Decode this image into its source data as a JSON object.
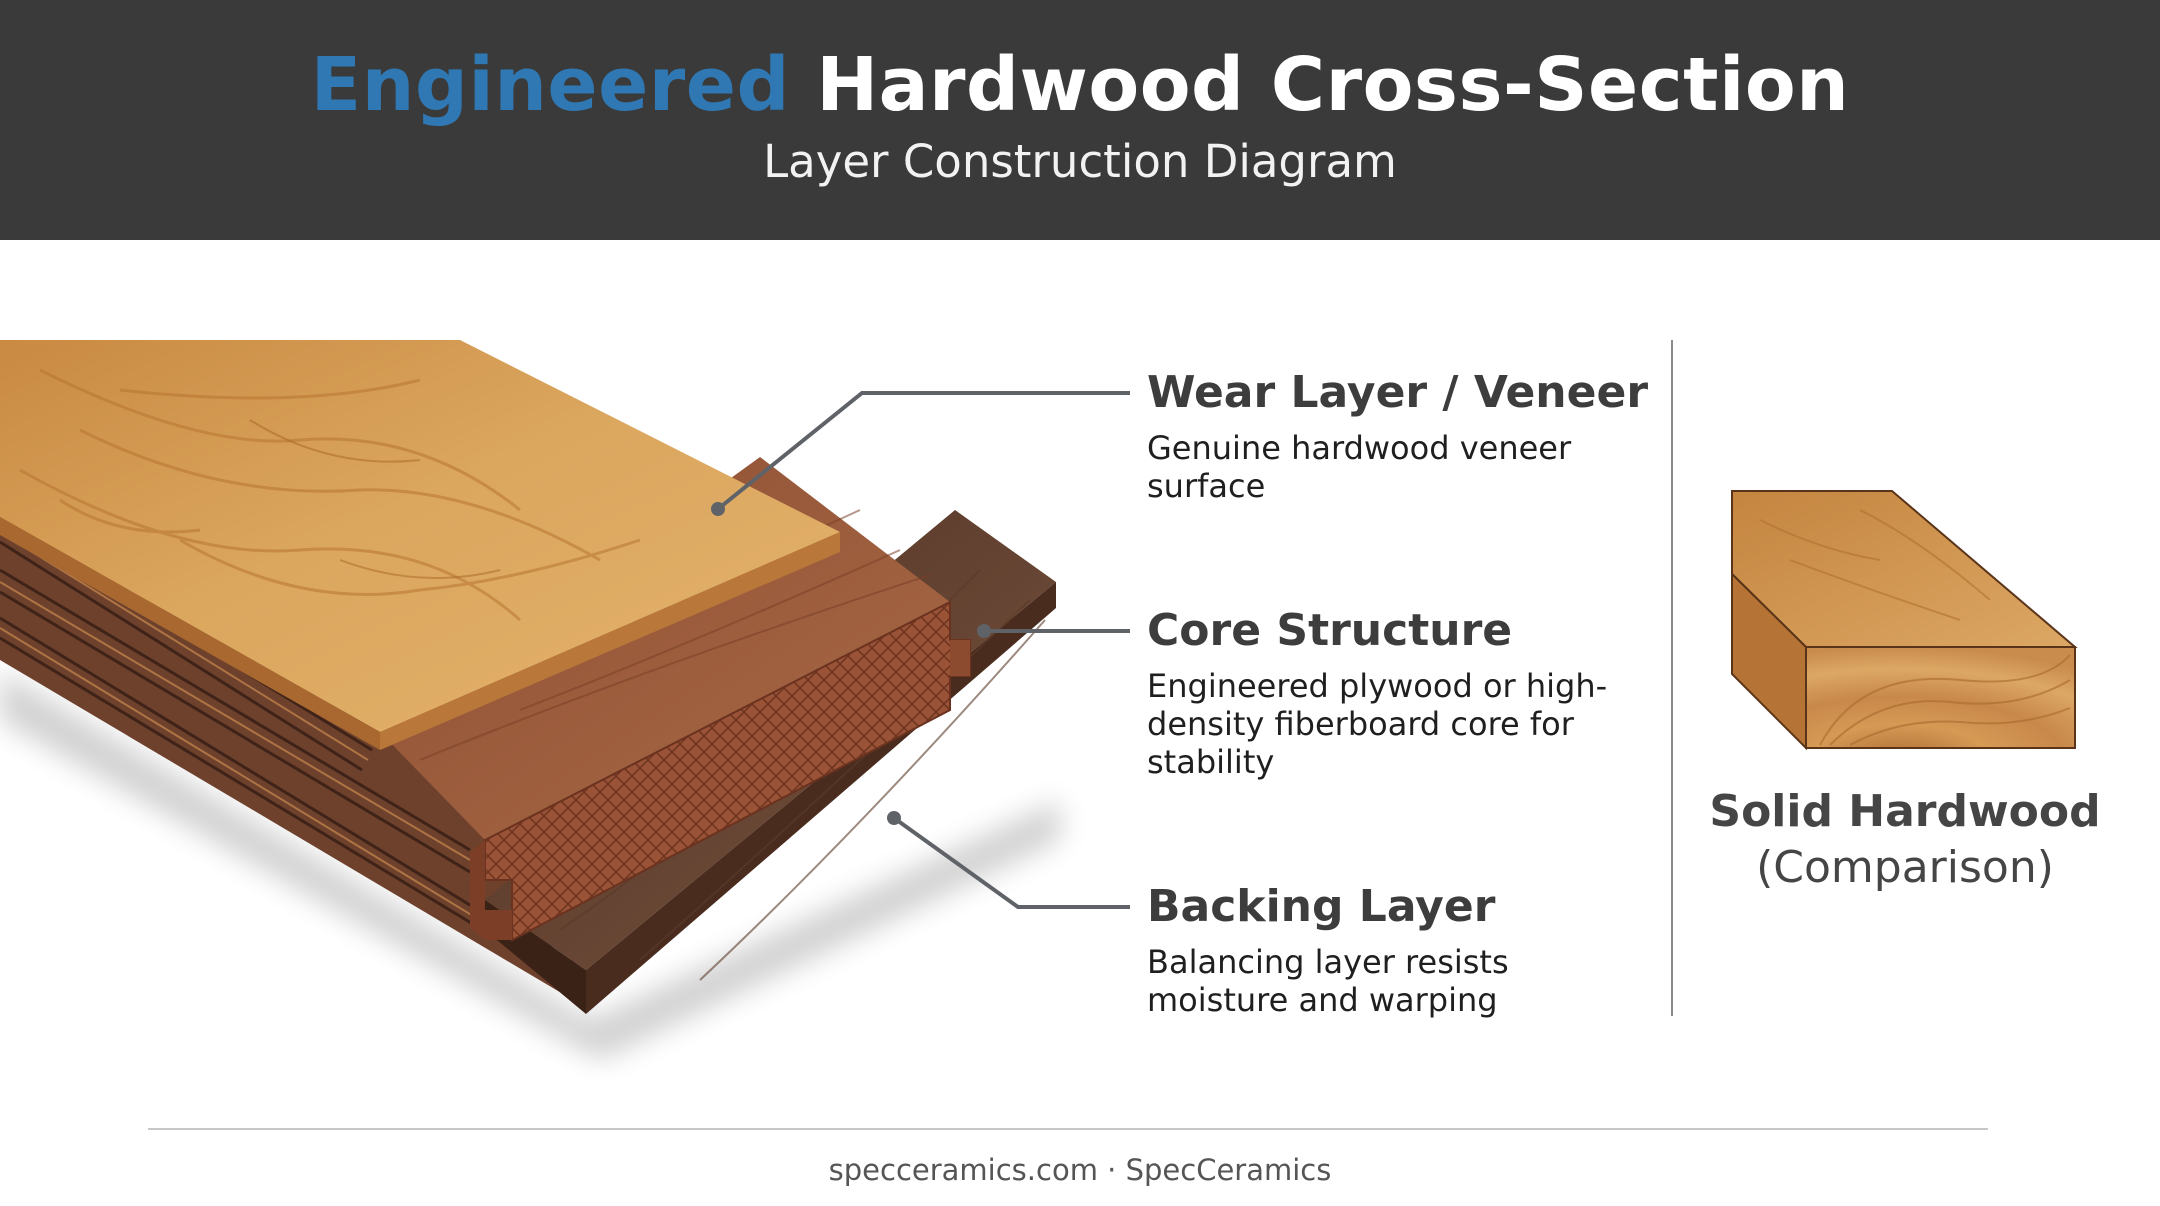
{
  "header": {
    "title_accent": "Engineered",
    "title_rest": "Hardwood Cross-Section",
    "subtitle": "Layer Construction Diagram",
    "background": "#3a3a3a",
    "accent_color": "#2f78b3"
  },
  "callouts": [
    {
      "title": "Wear Layer / Veneer",
      "description": "Genuine hardwood veneer surface"
    },
    {
      "title": "Core Structure",
      "description": "Engineered plywood or high-density fiberboard core for stability"
    },
    {
      "title": "Backing Layer",
      "description": "Balancing layer resists moisture and warping"
    }
  ],
  "comparison": {
    "title": "Solid Hardwood",
    "subtitle": "(Comparison)"
  },
  "colors": {
    "veneer": "#d9a25a",
    "core": "#9b5a3c",
    "backing": "#6b4633",
    "leader_line": "#5f6368"
  },
  "footer": {
    "text": "specceramics.com · SpecCeramics"
  }
}
